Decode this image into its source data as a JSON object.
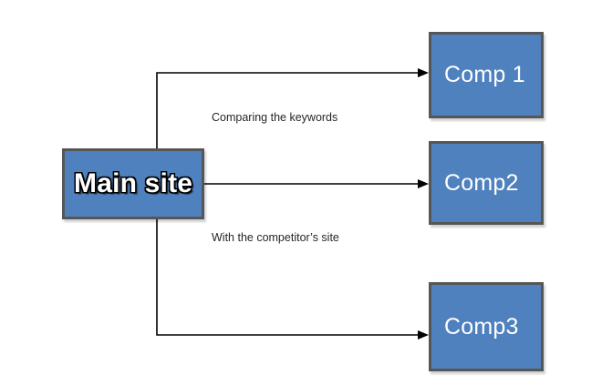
{
  "diagram": {
    "title_node": {
      "label": "Main site"
    },
    "competitor_nodes": [
      {
        "label": "Comp 1"
      },
      {
        "label": "Comp2"
      },
      {
        "label": "Comp3"
      }
    ],
    "edge_labels": [
      {
        "text": "Comparing the keywords"
      },
      {
        "text": "With the competitor’s site"
      }
    ],
    "colors": {
      "node_fill": "#4E81BD",
      "node_border": "#565656",
      "node_text": "#FFFFFF",
      "edge_stroke": "#000000",
      "label_text": "#262626",
      "background": "#FFFFFF"
    },
    "icons": {
      "arrow": "arrow-right-icon"
    }
  }
}
